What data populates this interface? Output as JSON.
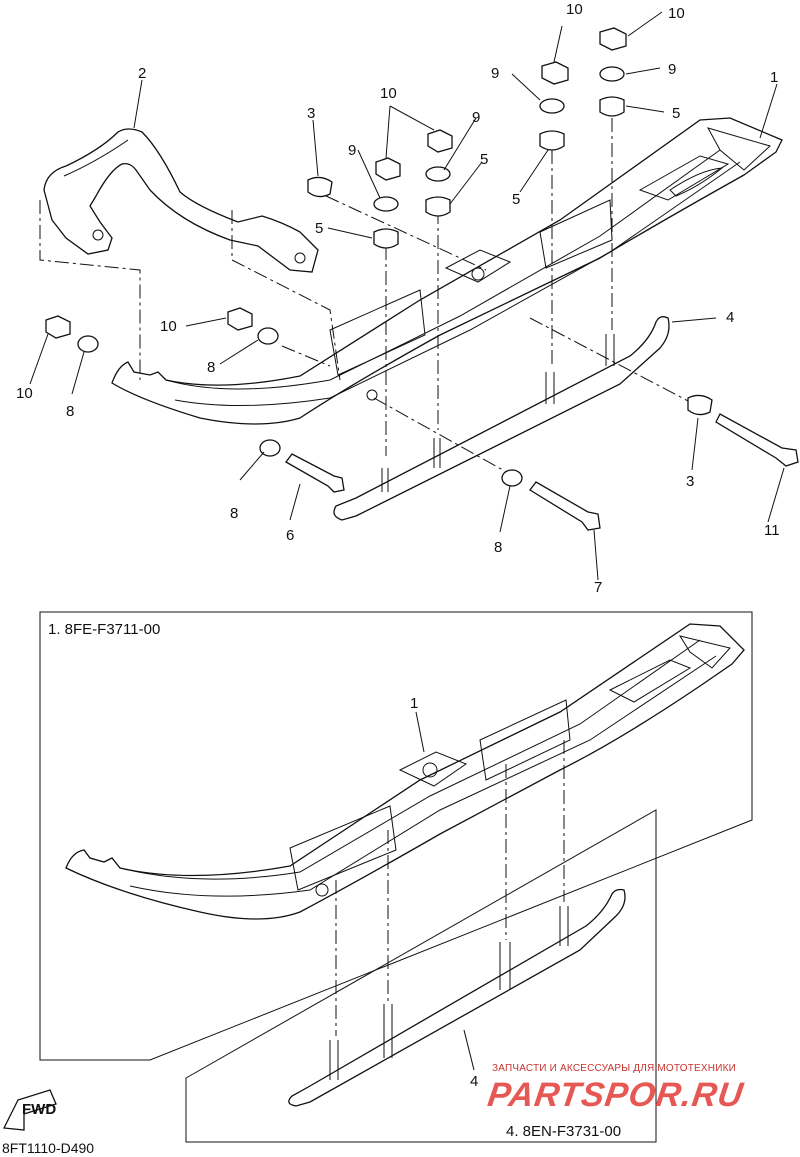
{
  "figure_code": "8FT1110-D490",
  "fwd_badge": "FWD",
  "watermark": {
    "tagline": "ЗАПЧАСТИ И АКСЕССУАРЫ ДЛЯ МОТОТЕХНИКИ",
    "logo": "PARTSPOR.RU"
  },
  "callouts": {
    "c1a": "1",
    "c2": "2",
    "c3a": "3",
    "c3b": "3",
    "c4a": "4",
    "c5a": "5",
    "c5b": "5",
    "c5c": "5",
    "c5d": "5",
    "c6": "6",
    "c7": "7",
    "c8a": "8",
    "c8b": "8",
    "c8c": "8",
    "c8d": "8",
    "c9a": "9",
    "c9b": "9",
    "c9c": "9",
    "c9d": "9",
    "c10a": "10",
    "c10b": "10",
    "c10c": "10",
    "c10d": "10",
    "c10e": "10",
    "c11": "11",
    "c1b": "1",
    "c4b": "4"
  },
  "sub_box_1": {
    "title": "1. 8FE-F3711-00"
  },
  "sub_box_4": {
    "title": "4. 8EN-F3731-00"
  },
  "colors": {
    "line": "#111111",
    "watermark": "#e23b36"
  }
}
